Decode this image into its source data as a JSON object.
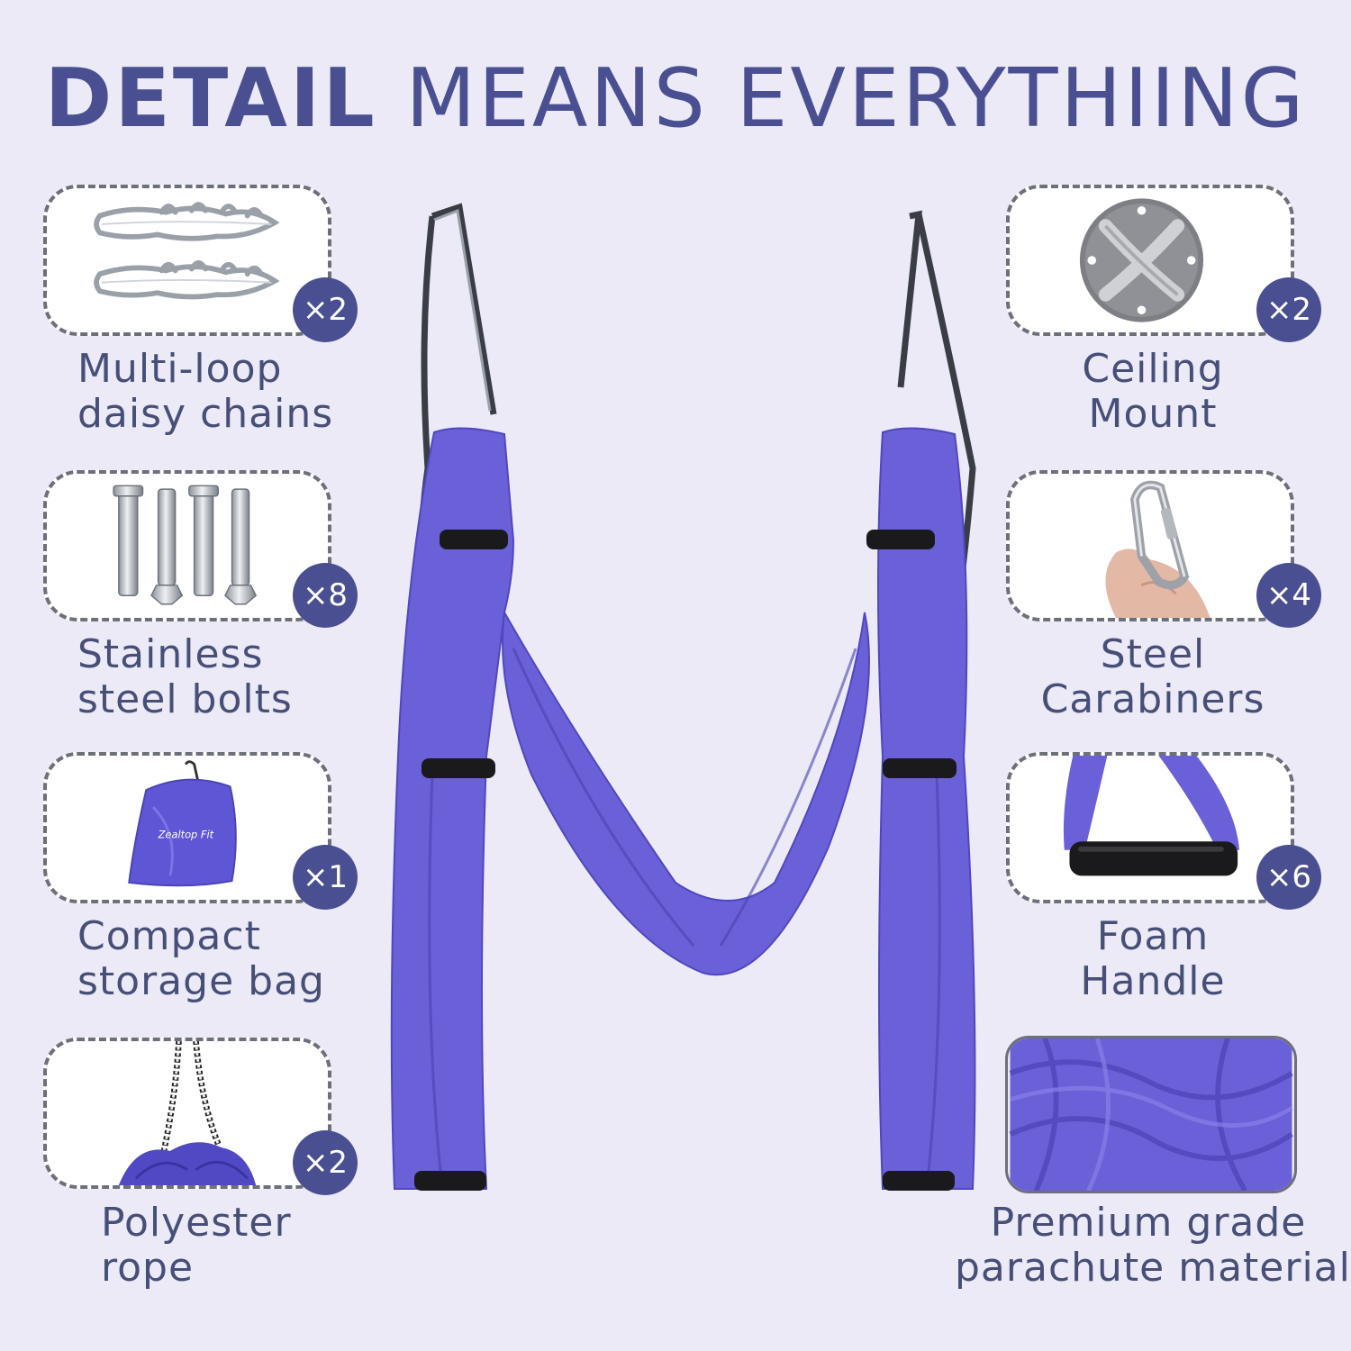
{
  "header": {
    "title_bold": "DETAIL",
    "title_rest": "MEANS EVERYTHIING"
  },
  "accent_color": "#4a4f92",
  "fabric_color": "#6a60d8",
  "items": {
    "daisy_chains": {
      "qty": "×2",
      "line1": "Multi-loop",
      "line2": "daisy chains",
      "icon": "daisy-chain-icon"
    },
    "bolts": {
      "qty": "×8",
      "line1": "Stainless",
      "line2": "steel bolts",
      "icon": "bolt-icon"
    },
    "storage_bag": {
      "qty": "×1",
      "line1": "Compact",
      "line2": "storage bag",
      "icon": "storage-bag-icon",
      "bag_brand": "Zealtop Fit"
    },
    "rope": {
      "qty": "×2",
      "line1": "Polyester",
      "line2": "rope",
      "icon": "rope-icon"
    },
    "ceiling_mount": {
      "qty": "×2",
      "line1": "Ceiling",
      "line2": "Mount",
      "icon": "ceiling-mount-icon"
    },
    "carabiners": {
      "qty": "×4",
      "line1": "Steel",
      "line2": "Carabiners",
      "icon": "carabiner-icon"
    },
    "foam_handle": {
      "qty": "×6",
      "line1": "Foam",
      "line2": "Handle",
      "icon": "foam-handle-icon"
    },
    "material": {
      "line1": "Premium grade",
      "line2": "parachute material",
      "icon": "fabric-texture-icon"
    }
  }
}
